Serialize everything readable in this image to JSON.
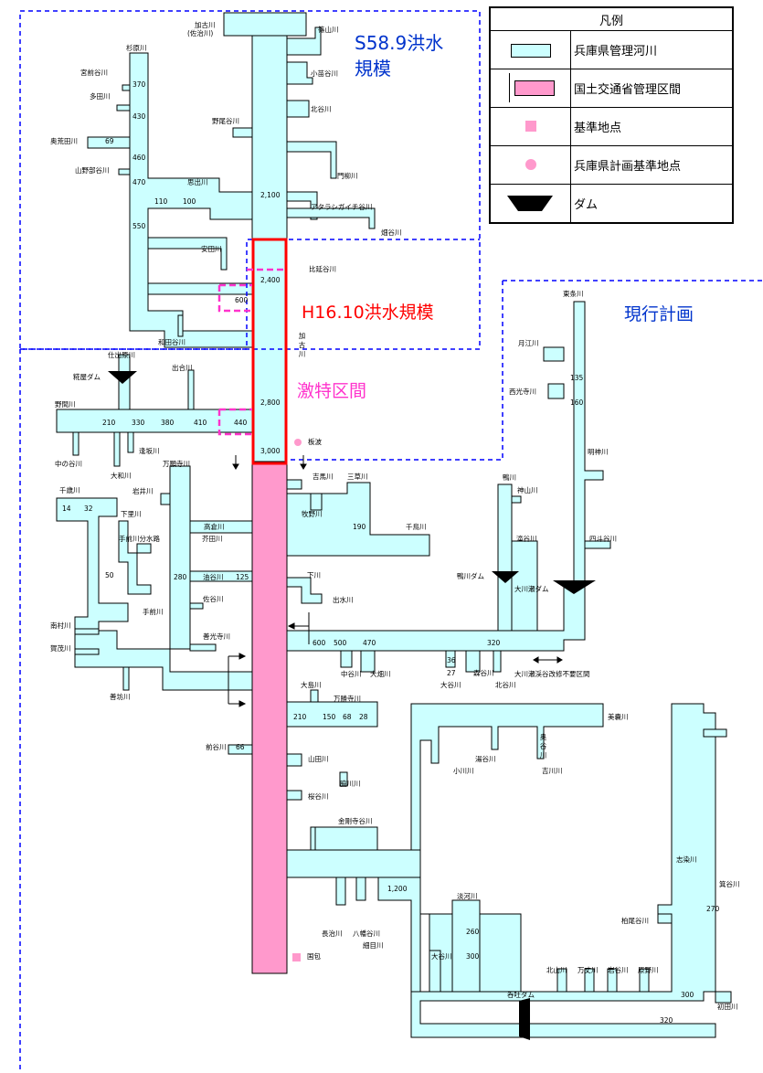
{
  "colors": {
    "river": "#ccffff",
    "national": "#ff99cc",
    "dam": "#000000",
    "frame_blue": "#0000ff",
    "frame_pink": "#ff33cc",
    "text_red": "#ff0000",
    "text_blue": "#0033cc",
    "text_pink": "#ff33cc"
  },
  "legend": {
    "title": "凡例",
    "items": [
      {
        "symbol": "river-icon",
        "label": "兵庫県管理河川"
      },
      {
        "symbol": "national-section-icon",
        "label": "国土交通省管理区間"
      },
      {
        "symbol": "reference-square-icon",
        "label": "基準地点"
      },
      {
        "symbol": "reference-circle-icon",
        "label": "兵庫県計画基準地点"
      },
      {
        "symbol": "dam-icon",
        "label": "ダム"
      }
    ]
  },
  "annotations": {
    "s58": "S58.9洪水\n規模",
    "h16": "H16.10洪水規模",
    "gekitoku": "激特区間",
    "genko": "現行計画"
  },
  "main_river": {
    "name": "加古川",
    "name_sub": "(佐治川)",
    "vertical_label": "加古川",
    "flows": [
      "2,100",
      "2,400",
      "2,800",
      "3,000",
      "1,200"
    ]
  },
  "points": {
    "itahara": "板波",
    "kunikane": "国包"
  },
  "labels": [
    {
      "t": "篠山川"
    },
    {
      "t": "小苗谷川"
    },
    {
      "t": "北谷川"
    },
    {
      "t": "門柳川"
    },
    {
      "t": "アタラシガイチ谷川"
    },
    {
      "t": "畑谷川"
    },
    {
      "t": "比延谷川"
    },
    {
      "t": "杉原川"
    },
    {
      "t": "宮前谷川"
    },
    {
      "t": "370"
    },
    {
      "t": "多田川"
    },
    {
      "t": "430"
    },
    {
      "t": "奥荒田川"
    },
    {
      "t": "69"
    },
    {
      "t": "460"
    },
    {
      "t": "山野部谷川"
    },
    {
      "t": "470"
    },
    {
      "t": "思出川"
    },
    {
      "t": "110"
    },
    {
      "t": "100"
    },
    {
      "t": "550"
    },
    {
      "t": "野尾谷川"
    },
    {
      "t": "安田川"
    },
    {
      "t": "600"
    },
    {
      "t": "和田谷川"
    },
    {
      "t": "仕出原川"
    },
    {
      "t": "糀屋ダム"
    },
    {
      "t": "出合川"
    },
    {
      "t": "野間川"
    },
    {
      "t": "210"
    },
    {
      "t": "330"
    },
    {
      "t": "380"
    },
    {
      "t": "410"
    },
    {
      "t": "440"
    },
    {
      "t": "中の谷川"
    },
    {
      "t": "大和川"
    },
    {
      "t": "逢坂川"
    },
    {
      "t": "万願寺川"
    },
    {
      "t": "岩井川"
    },
    {
      "t": "千歳川"
    },
    {
      "t": "14"
    },
    {
      "t": "32"
    },
    {
      "t": "下里川"
    },
    {
      "t": "手前川分水路"
    },
    {
      "t": "高倉川"
    },
    {
      "t": "芥田川"
    },
    {
      "t": "50"
    },
    {
      "t": "280"
    },
    {
      "t": "油谷川"
    },
    {
      "t": "125"
    },
    {
      "t": "佐谷川"
    },
    {
      "t": "手前川"
    },
    {
      "t": "南村川"
    },
    {
      "t": "善光寺川"
    },
    {
      "t": "賀茂川"
    },
    {
      "t": "善坊川"
    },
    {
      "t": "前谷川"
    },
    {
      "t": "66"
    },
    {
      "t": "吉馬川"
    },
    {
      "t": "三草川"
    },
    {
      "t": "牧野川"
    },
    {
      "t": "190"
    },
    {
      "t": "千鳥川"
    },
    {
      "t": "下川"
    },
    {
      "t": "出水川"
    },
    {
      "t": "600"
    },
    {
      "t": "500"
    },
    {
      "t": "470"
    },
    {
      "t": "中谷川"
    },
    {
      "t": "大畑川"
    },
    {
      "t": "大島川"
    },
    {
      "t": "万勝寺川"
    },
    {
      "t": "210"
    },
    {
      "t": "150"
    },
    {
      "t": "68"
    },
    {
      "t": "28"
    },
    {
      "t": "36"
    },
    {
      "t": "27"
    },
    {
      "t": "大谷川"
    },
    {
      "t": "森谷川"
    },
    {
      "t": "320"
    },
    {
      "t": "北谷川"
    },
    {
      "t": "大川瀬渓谷改修不要区間"
    },
    {
      "t": "東条川"
    },
    {
      "t": "月江川"
    },
    {
      "t": "135"
    },
    {
      "t": "西光寺川"
    },
    {
      "t": "160"
    },
    {
      "t": "明神川"
    },
    {
      "t": "鴨川"
    },
    {
      "t": "神山川"
    },
    {
      "t": "滝谷川"
    },
    {
      "t": "四斗谷川"
    },
    {
      "t": "鴨川ダム"
    },
    {
      "t": "大川瀬ダム"
    },
    {
      "t": "美嚢川"
    },
    {
      "t": "奥谷川"
    },
    {
      "t": "湯谷川"
    },
    {
      "t": "吉川川"
    },
    {
      "t": "小川川"
    },
    {
      "t": "山田川"
    },
    {
      "t": "脇川川"
    },
    {
      "t": "桜谷川"
    },
    {
      "t": "金剛寺谷川"
    },
    {
      "t": "長治川"
    },
    {
      "t": "八幡谷川"
    },
    {
      "t": "細目川"
    },
    {
      "t": "淡河川"
    },
    {
      "t": "260"
    },
    {
      "t": "300"
    },
    {
      "t": "大谷川"
    },
    {
      "t": "志染川"
    },
    {
      "t": "箕谷川"
    },
    {
      "t": "270"
    },
    {
      "t": "柏尾谷川"
    },
    {
      "t": "北山川"
    },
    {
      "t": "万丈川"
    },
    {
      "t": "岩谷川"
    },
    {
      "t": "原野川"
    },
    {
      "t": "呑吐ダム"
    },
    {
      "t": "300"
    },
    {
      "t": "初田川"
    },
    {
      "t": "320"
    }
  ]
}
